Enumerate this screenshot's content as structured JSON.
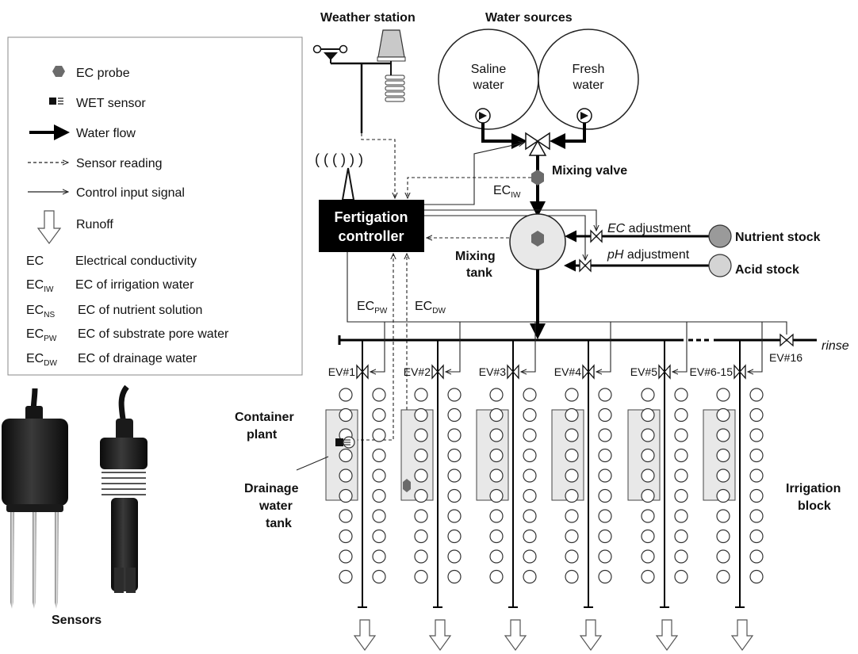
{
  "legend": {
    "ec_probe": "EC probe",
    "wet_sensor": "WET sensor",
    "water_flow": "Water flow",
    "sensor_reading": "Sensor reading",
    "control_input": "Control input signal",
    "runoff": "Runoff",
    "defs": [
      {
        "abbr": "EC",
        "sub": "",
        "text": "Electrical conductivity"
      },
      {
        "abbr": "EC",
        "sub": "IW",
        "text": "EC of irrigation water"
      },
      {
        "abbr": "EC",
        "sub": "NS",
        "text": "EC of nutrient solution"
      },
      {
        "abbr": "EC",
        "sub": "PW",
        "text": "EC of substrate pore water"
      },
      {
        "abbr": "EC",
        "sub": "DW",
        "text": "EC of drainage water"
      }
    ]
  },
  "labels": {
    "weather_station": "Weather station",
    "water_sources": "Water sources",
    "saline_line1": "Saline",
    "saline_line2": "water",
    "fresh_line1": "Fresh",
    "fresh_line2": "water",
    "mixing_valve": "Mixing valve",
    "ec_iw_main": "EC",
    "ec_iw_sub": "IW",
    "fertigation_line1": "Fertigation",
    "fertigation_line2": "controller",
    "ec_adjust_italic": "EC",
    "ec_adjust_rest": " adjustment",
    "ph_adjust_italic": "pH",
    "ph_adjust_rest": " adjustment",
    "nutrient_stock": "Nutrient stock",
    "acid_stock": "Acid stock",
    "mixing_tank_line1": "Mixing",
    "mixing_tank_line2": "tank",
    "ec_pw_main": "EC",
    "ec_pw_sub": "PW",
    "ec_dw_main": "EC",
    "ec_dw_sub": "DW",
    "rinse": "rinse",
    "ev16": "EV#16",
    "container_line1": "Container",
    "container_line2": "plant",
    "drainage_line1": "Drainage",
    "drainage_line2": "water",
    "drainage_line3": "tank",
    "irrigation_line1": "Irrigation",
    "irrigation_line2": "block",
    "sensors": "Sensors"
  },
  "valves": [
    "EV#1",
    "EV#2",
    "EV#3",
    "EV#4",
    "EV#5",
    "EV#6-15"
  ],
  "colors": {
    "probe": "#6b6b6b",
    "tank_fill": "#e8e8e8",
    "nutrient_fill": "#9a9a9a",
    "acid_fill": "#d4d4d4",
    "controller": "#000000",
    "sensor_body": "#151515"
  }
}
